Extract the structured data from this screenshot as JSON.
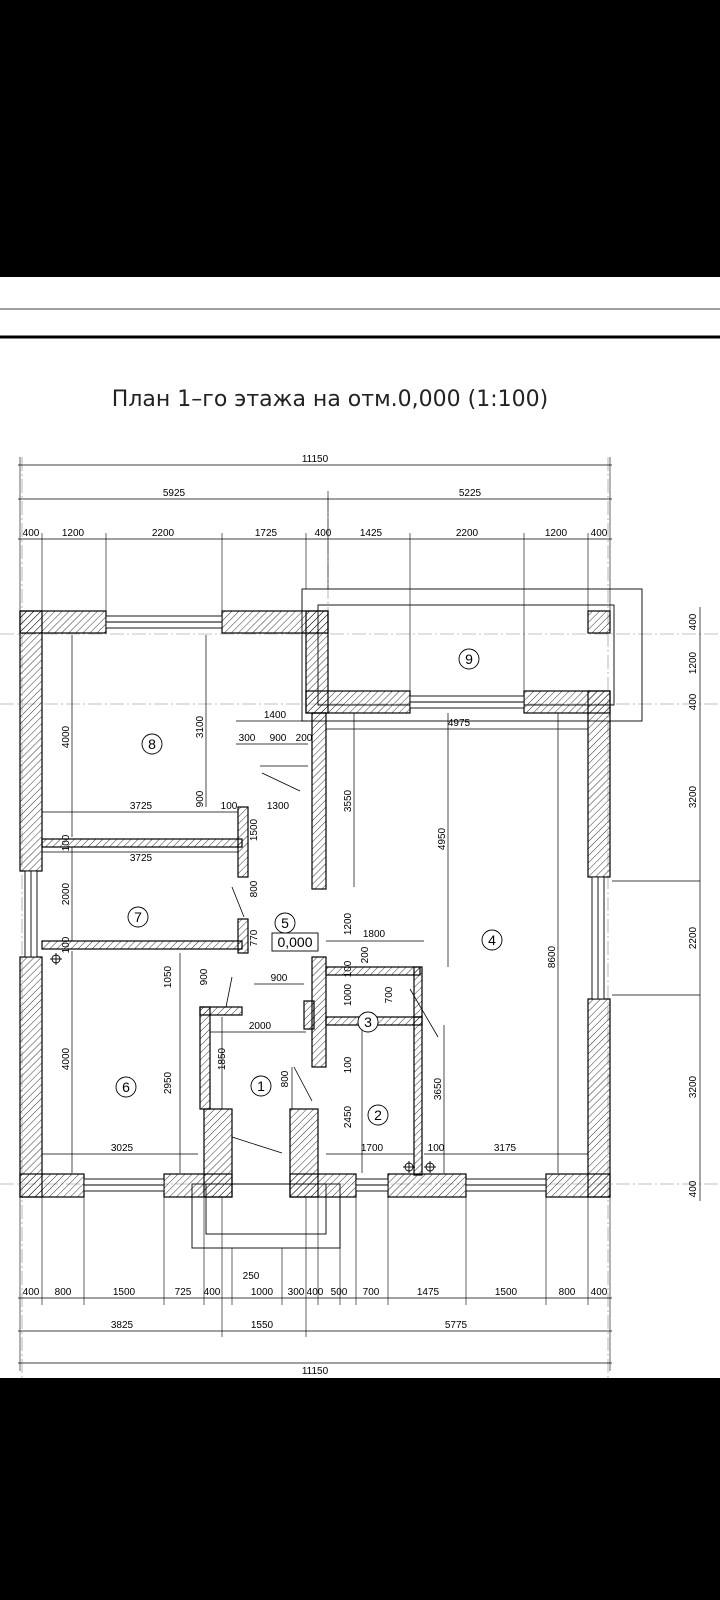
{
  "plan_title": "План 1–го этажа на отм.0,000 (1:100)",
  "level_mark": "0,000",
  "top_dims": {
    "overall": "11150",
    "left_half": "5925",
    "right_half": "5225",
    "segments": [
      "400",
      "1200",
      "2200",
      "1725",
      "400",
      "1425",
      "2200",
      "1200",
      "400"
    ]
  },
  "bottom_dims": {
    "overall": "11150",
    "parts": [
      "3825",
      "1550",
      "5775"
    ],
    "segments": [
      "400",
      "800",
      "1500",
      "725",
      "400",
      "1000",
      "300",
      "400",
      "500",
      "700",
      "1475",
      "1500",
      "800",
      "400"
    ],
    "porch": "250"
  },
  "right_dims": [
    "400",
    "1200",
    "400",
    "3200",
    "2200",
    "3200",
    "400"
  ],
  "interior_dims": {
    "d1400": "1400",
    "d300": "300",
    "d900a": "900",
    "d200a": "200",
    "d100a": "100",
    "d1300": "1300",
    "d3725a": "3725",
    "d900b": "900",
    "d1500": "1500",
    "d100b": "100",
    "d3725b": "3725",
    "d3100": "3100",
    "d4000a": "4000",
    "d3550": "3550",
    "d4975": "4975",
    "d4950": "4950",
    "d8600": "8600",
    "d2000a": "2000",
    "d800a": "800",
    "d770": "770",
    "d100c": "100",
    "d1200": "1200",
    "d1800": "1800",
    "d200b": "200",
    "d100d": "100",
    "d1000": "1000",
    "d700": "700",
    "d900c": "900",
    "d1050": "1050",
    "d900d": "900",
    "d2000b": "2000",
    "d4000b": "4000",
    "d2950": "2950",
    "d1850": "1850",
    "d100e": "100",
    "d800b": "800",
    "d2450": "2450",
    "d3650": "3650",
    "d3025": "3025",
    "d1700": "1700",
    "d100f": "100",
    "d3175": "3175"
  },
  "rooms": [
    "1",
    "2",
    "3",
    "4",
    "5",
    "6",
    "7",
    "8",
    "9"
  ]
}
